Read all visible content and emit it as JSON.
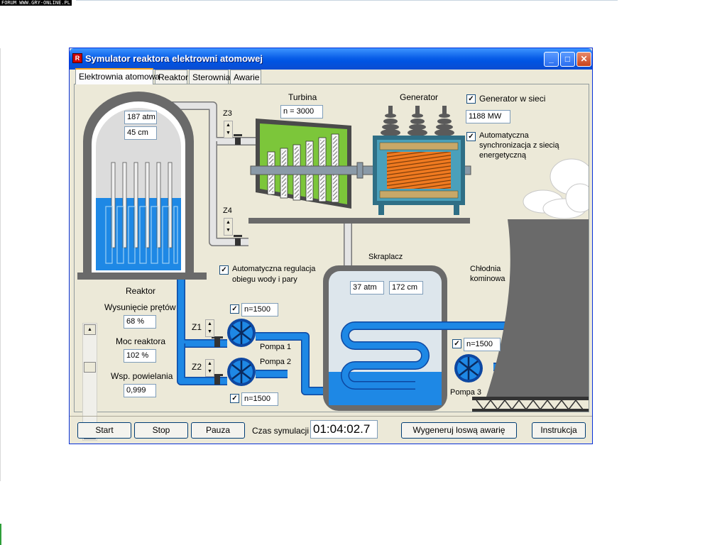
{
  "watermark": "FORUM WWW.GRY-ONLINE.PL",
  "window": {
    "title": "Symulator reaktora elektrowni atomowej",
    "icon_label": "R",
    "minimize_glyph": "_",
    "maximize_glyph": "□",
    "close_glyph": "✕"
  },
  "tabs": [
    {
      "label": "Elektrownia atomowa",
      "active": true
    },
    {
      "label": "Reaktor"
    },
    {
      "label": "Sterownia"
    },
    {
      "label": "Awarie"
    }
  ],
  "reactor": {
    "pressure": "187 atm",
    "level": "45 cm",
    "section_label": "Reaktor",
    "rods_label": "Wysunięcie prętów",
    "rods_value": "68 %",
    "power_label": "Moc reaktora",
    "power_value": "102 %",
    "mult_label": "Wsp. powielania",
    "mult_value": "0,999"
  },
  "turbine": {
    "label": "Turbina",
    "speed": "n = 3000"
  },
  "generator": {
    "label": "Generator",
    "in_grid_label": "Generator w sieci",
    "in_grid_checked": true,
    "power": "1188 MW",
    "auto_sync_label_1": "Automatyczna",
    "auto_sync_label_2": "synchronizacja z siecią",
    "auto_sync_label_3": "energetyczną",
    "auto_sync_checked": true
  },
  "valves": {
    "z3": "Z3",
    "z4": "Z4",
    "z1": "Z1",
    "z2": "Z2"
  },
  "auto_regulation": {
    "label_1": "Automatyczna regulacja",
    "label_2": "obiegu wody i pary",
    "checked": true
  },
  "condenser": {
    "label": "Skraplacz",
    "pressure": "37 atm",
    "level": "172 cm"
  },
  "cooling_tower": {
    "label_1": "Chłodnia",
    "label_2": "kominowa"
  },
  "pumps": [
    {
      "name": "Pompa 1",
      "speed": "n=1500",
      "checked": true
    },
    {
      "name": "Pompa 2",
      "speed": "n=1500",
      "checked": true
    },
    {
      "name": "Pompa 3",
      "speed": "n=1500",
      "checked": true
    }
  ],
  "checkmark": "✓",
  "spin_up": "▲",
  "spin_down": "▼",
  "toolbar": {
    "start": "Start",
    "stop": "Stop",
    "pause": "Pauza",
    "time_label": "Czas symulacji",
    "time_value": "01:04:02.7",
    "random_failure": "Wygeneruj loswą awarię",
    "instructions": "Instrukcja"
  },
  "colors": {
    "water": "#1e88e5",
    "pipe": "#1565c0",
    "steam_pipe": "#d8d8d8",
    "turbine_casing": "#7cc63a",
    "generator_core": "#f07a20",
    "structure": "#5b5b5b",
    "generator_frame": "#3d8fa6"
  }
}
